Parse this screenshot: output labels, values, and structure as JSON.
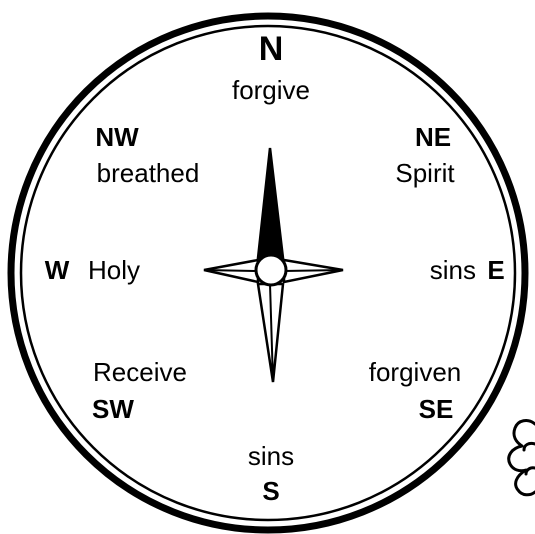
{
  "compass": {
    "north": {
      "letter": "N",
      "word": "forgive"
    },
    "northeast": {
      "letter": "NE",
      "word": "Spirit"
    },
    "east": {
      "letter": "E",
      "word": "sins"
    },
    "southeast": {
      "letter": "SE",
      "word": "forgiven"
    },
    "south": {
      "letter": "S",
      "word": "sins"
    },
    "southwest": {
      "letter": "SW",
      "word": "Receive"
    },
    "west": {
      "letter": "W",
      "word": "Holy"
    },
    "northwest": {
      "letter": "NW",
      "word": "breathed"
    }
  },
  "colors": {
    "ink": "#000000",
    "paper": "#ffffff"
  },
  "icons": {
    "needle": "compass-needle-icon",
    "hand": "pointing-hand-icon"
  }
}
